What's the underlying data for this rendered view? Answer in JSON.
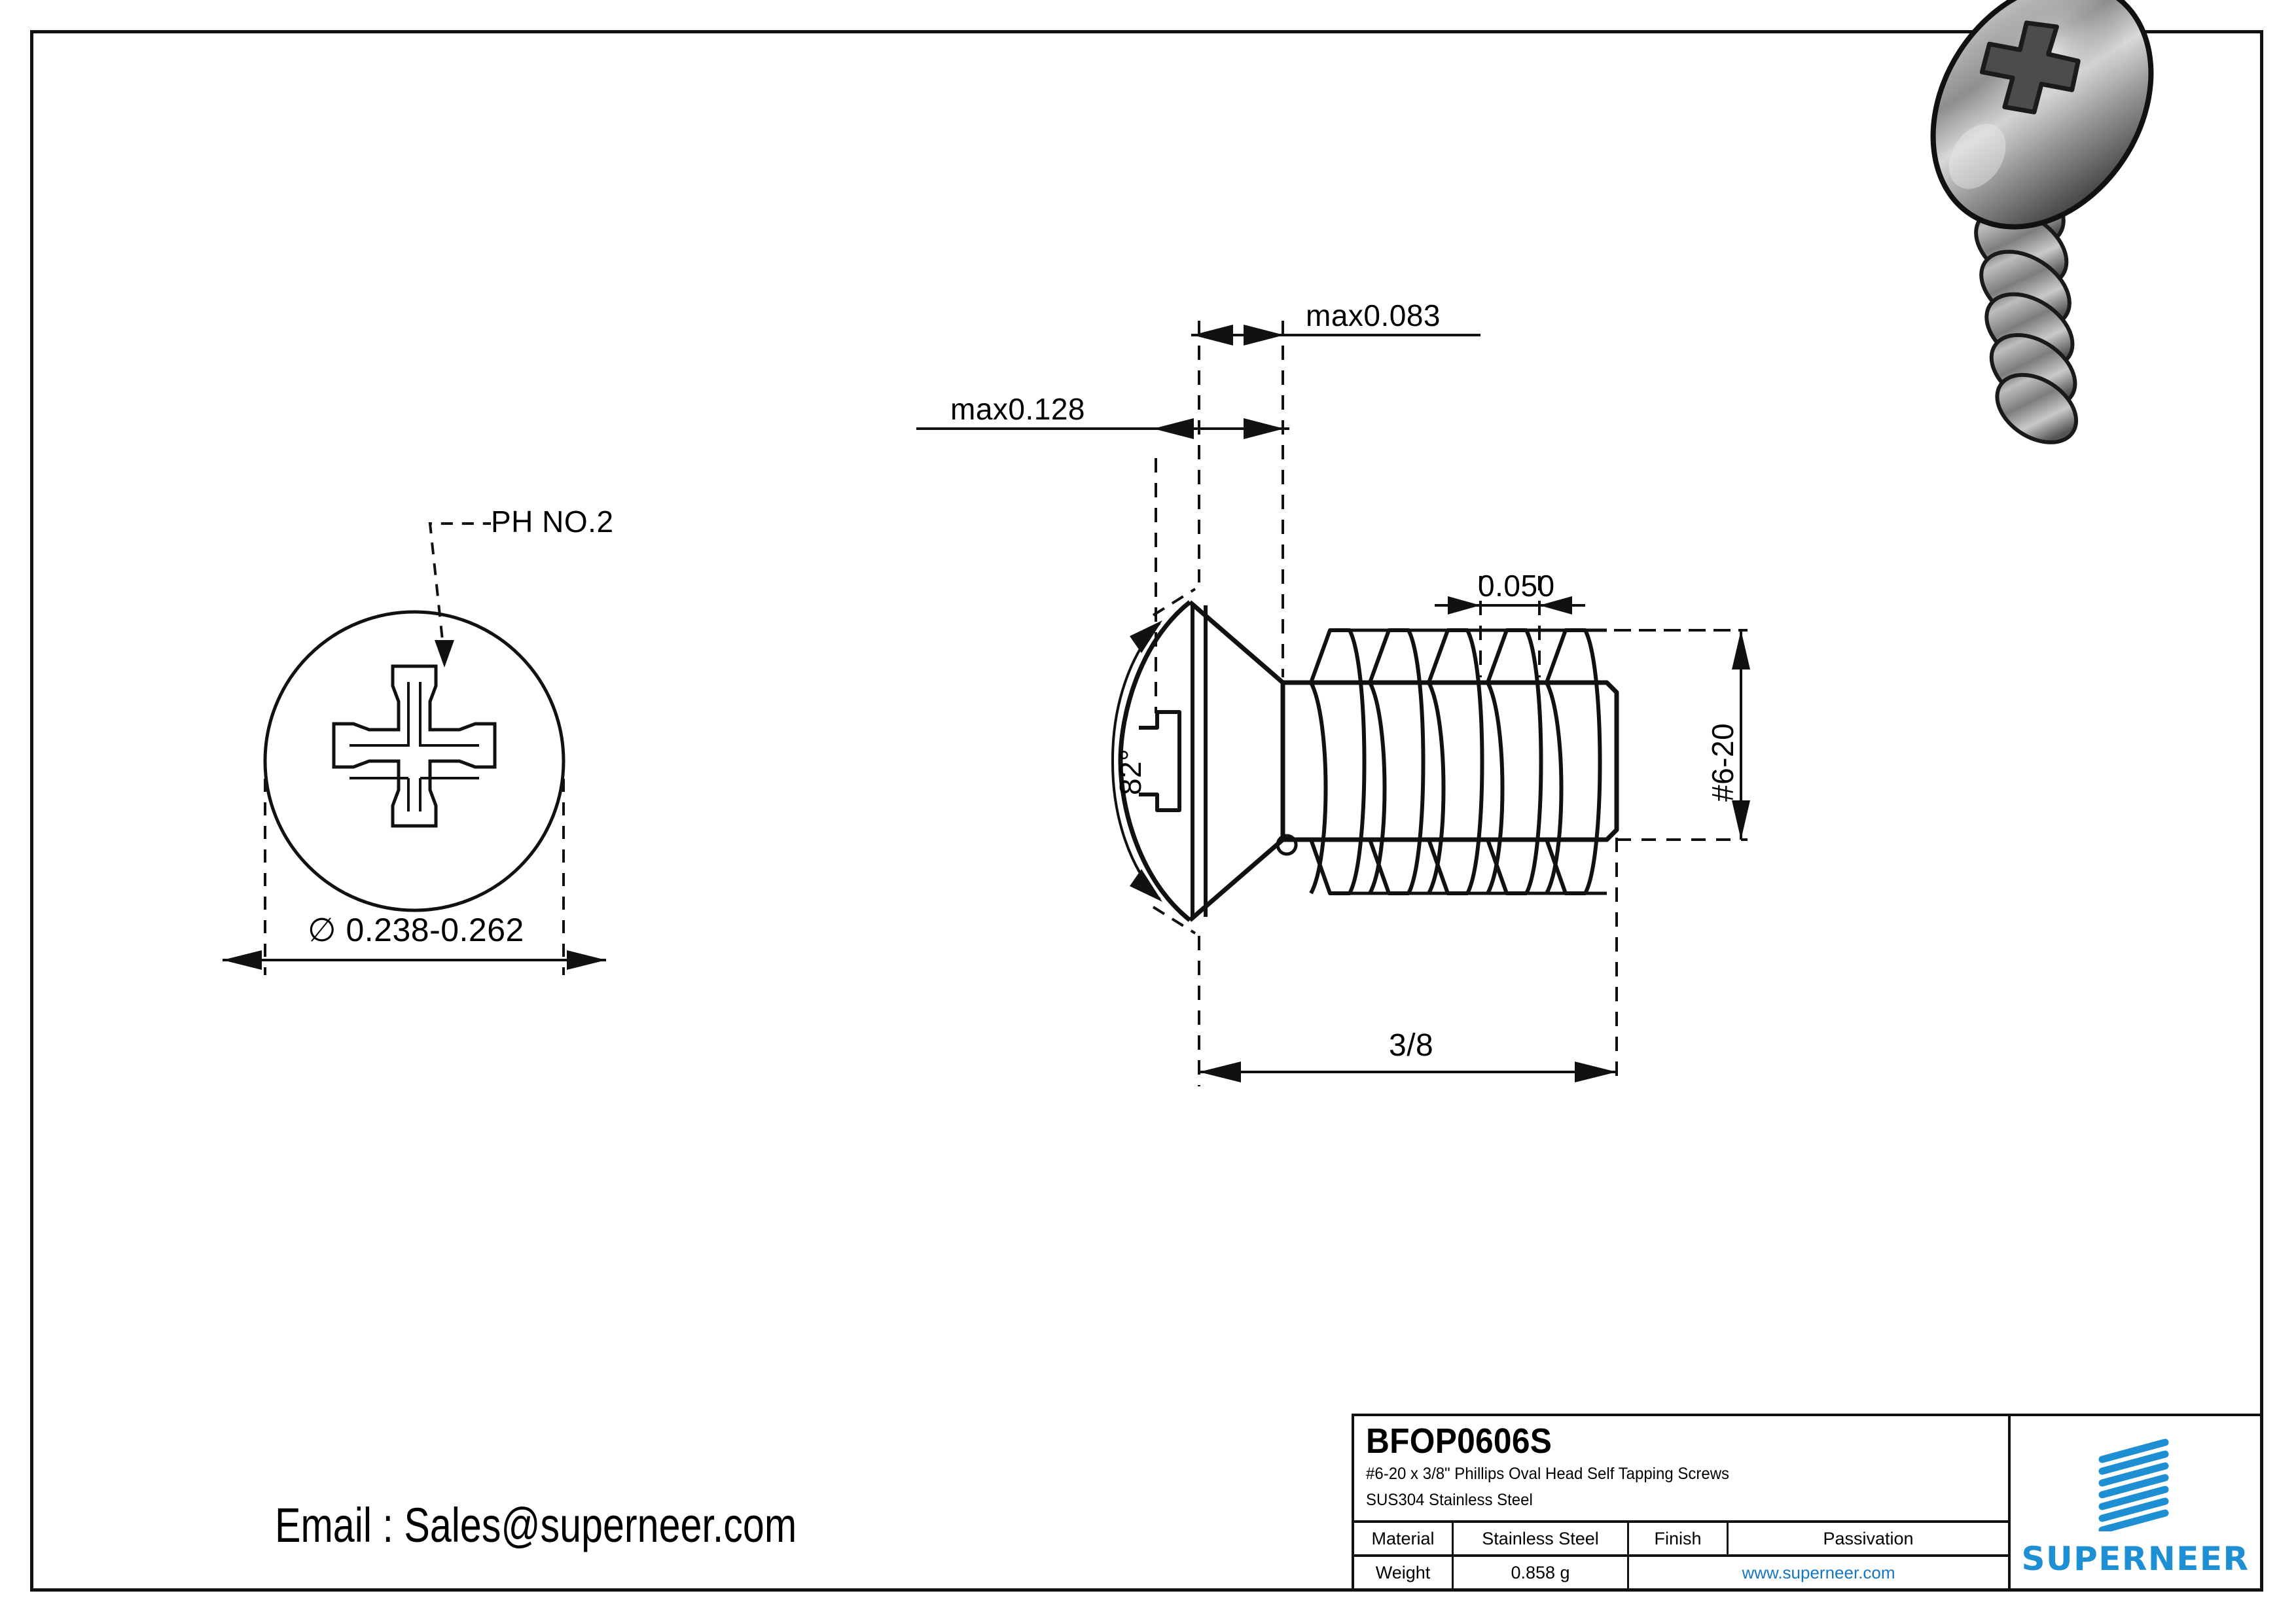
{
  "drawing": {
    "title_code": "BFOP0606S",
    "description_line1": "#6-20 x 3/8\" Phillips Oval Head Self Tapping Screws",
    "description_line2": "SUS304 Stainless Steel",
    "email_text": "Email : Sales@superneer.com",
    "logo_word": "SUPERNEER",
    "accent_color": "#1f8fd4",
    "link_color": "#1677c0",
    "line_color": "#111111"
  },
  "title_block": {
    "material_label": "Material",
    "material_value": "Stainless Steel",
    "finish_label": "Finish",
    "finish_value": "Passivation",
    "weight_label": "Weight",
    "weight_value": "0.858 g",
    "website": "www.superneer.com"
  },
  "dimensions": {
    "drive_callout": "PH NO.2",
    "head_diameter": "∅ 0.238-0.262",
    "head_height_max": "max0.083",
    "head_protrusion_max": "max0.128",
    "thread_pitch": "0.050",
    "head_angle": "82°",
    "thread_spec": "#6-20",
    "overall_length": "3/8"
  },
  "views": {
    "top_view_name": "Phillips drive top view",
    "side_view_name": "Oval head self tapping screw side view",
    "render_name": "3D rendered stainless steel screw"
  }
}
